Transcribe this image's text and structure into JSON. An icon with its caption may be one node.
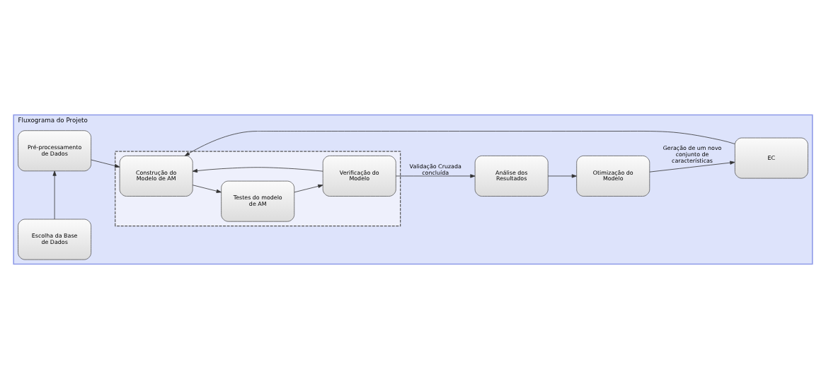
{
  "diagram": {
    "nodes": [
      {
        "text": [
          "Fluxograma do Projeto"
        ]
      },
      {
        "text": [
          "EC"
        ],
        "in": 0
      },
      {
        "text": [
          "Otimização do Modelo"
        ],
        "in": 0
      },
      {
        "text": [
          "Escolha da Base de Dados"
        ],
        "in": 0
      },
      {
        "text": [
          "Pré-processamento de Dados"
        ],
        "in": 0
      },
      {
        "text": [],
        "shape": "box",
        "in": 0
      },
      {
        "text": [
          "Construção do Modelo de AM"
        ],
        "in": 5
      },
      {
        "text": [
          "Testes do modelo de AM"
        ],
        "in": 5
      },
      {
        "text": [
          "Verificação do Modelo"
        ],
        "in": 5
      },
      {
        "text": [
          "Análise dos Resultados"
        ],
        "in": 0
      }
    ],
    "edges": [
      {
        "from": 2,
        "to": 1,
        "arrow": "to",
        "label": "Geração de um novo conjunto de características"
      },
      {
        "from": 3,
        "to": 4,
        "arrow": "to"
      },
      {
        "from": 1,
        "to": 6,
        "arrow": "to"
      },
      {
        "from": 4,
        "to": 6,
        "arrow": "to"
      },
      {
        "from": 6,
        "to": 7,
        "arrow": "to"
      },
      {
        "from": 7,
        "to": 8,
        "arrow": "to"
      },
      {
        "from": 8,
        "to": 6,
        "arrow": "to"
      },
      {
        "from": 8,
        "to": 9,
        "arrow": "to",
        "label": "Validação Cruzada concluída"
      },
      {
        "from": 9,
        "to": 2,
        "arrow": "to"
      }
    ]
  }
}
